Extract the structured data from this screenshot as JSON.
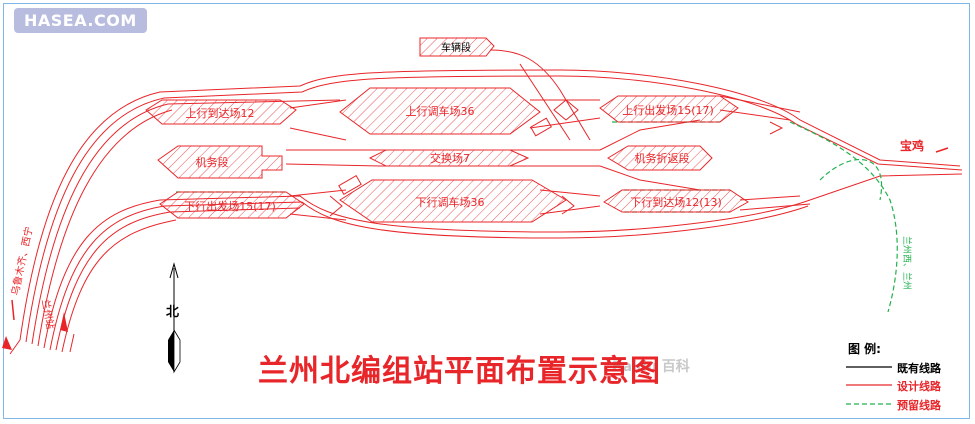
{
  "watermark": "HASEA.COM",
  "baidu_mark": "Baidu 百科",
  "title": "兰州北编组站平面布置示意图",
  "yards": {
    "up_arrival": "上行到达场12",
    "up_hump": "上行调车场36",
    "up_departure": "上行出发场15(17)",
    "depot": "机务段",
    "exchange": "交换场7",
    "turnaround": "机务折返段",
    "down_departure": "下行出发场15(17)",
    "down_hump": "下行调车场36",
    "down_arrival": "下行到达场12(13)",
    "car_depot": "车辆段"
  },
  "directions": {
    "east": "宝鸡",
    "west": "乌鲁木齐、西宁",
    "southwest": "兰州站",
    "south": "兰州西、兰州"
  },
  "north_label": "北",
  "legend": {
    "title": "图 例:",
    "existing": "既有线路",
    "design": "设计线路",
    "reserved": "预留线路"
  },
  "colors": {
    "design": "#e8262a",
    "existing": "#000000",
    "reserved": "#22b14c"
  }
}
